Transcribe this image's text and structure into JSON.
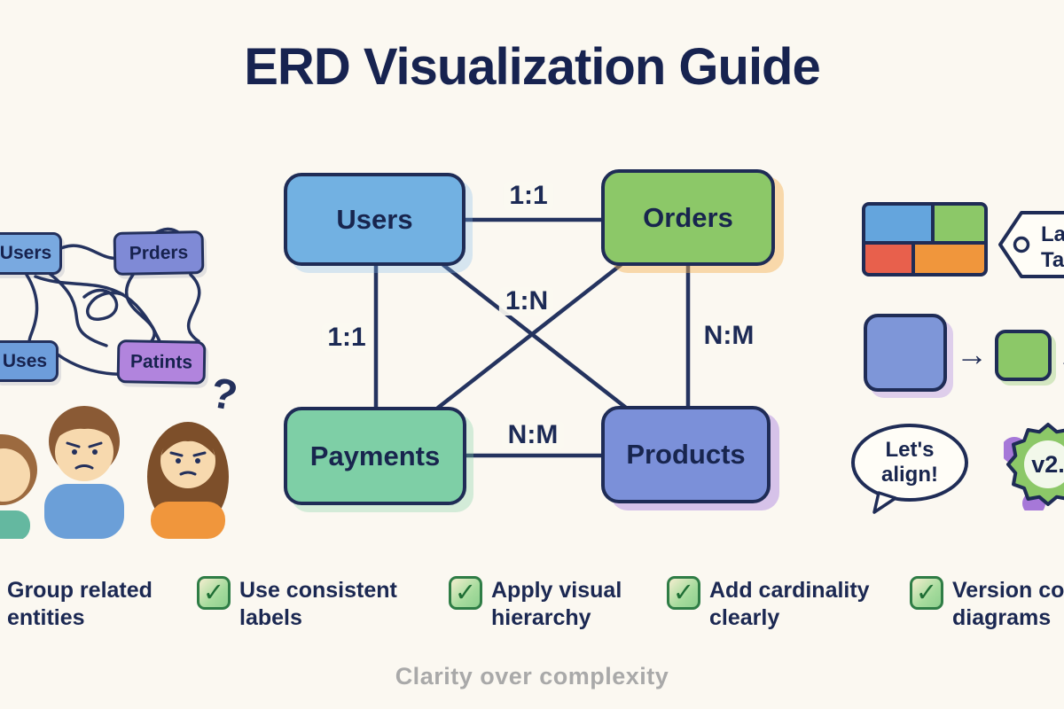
{
  "title": "ERD Visualization Guide",
  "tagline": "Clarity over complexity",
  "messy_example": {
    "boxes": [
      {
        "label": "Users",
        "color": "#79a9e0"
      },
      {
        "label": "Prders",
        "color": "#7f8ad6"
      },
      {
        "label": "Uses",
        "color": "#6d9ddb"
      },
      {
        "label": "Patints",
        "color": "#b184dd"
      }
    ],
    "question_mark": "?"
  },
  "erd": {
    "entities": [
      {
        "name": "Users",
        "color": "#72b1e2"
      },
      {
        "name": "Orders",
        "color": "#8cc868"
      },
      {
        "name": "Payments",
        "color": "#7ecfa6"
      },
      {
        "name": "Products",
        "color": "#7b90d9"
      }
    ],
    "relationships": [
      {
        "from": "Users",
        "to": "Orders",
        "cardinality": "1:1"
      },
      {
        "from": "Users",
        "to": "Payments",
        "cardinality": "1:1"
      },
      {
        "from": "Users",
        "to": "Products",
        "cardinality": "1:N"
      },
      {
        "from": "Orders",
        "to": "Products",
        "cardinality": "N:M"
      },
      {
        "from": "Payments",
        "to": "Products",
        "cardinality": "N:M"
      },
      {
        "from": "Orders",
        "to": "Payments",
        "cardinality": ""
      }
    ]
  },
  "legend": {
    "arrow": "→",
    "tag": {
      "line1": "Lab",
      "line2": "Tag"
    },
    "speech_bubble": "Let's align!",
    "version_badge": "v2.",
    "mosaic_colors": {
      "blue": "#64a5dd",
      "green": "#8cc868",
      "red": "#e8604c",
      "orange": "#f0963c"
    },
    "before_square_color": "#7e96d8",
    "after_square_color": "#8cc868"
  },
  "checklist": {
    "check_glyph": "✓",
    "items": [
      {
        "label": "Group related entities",
        "checked": true
      },
      {
        "label": "Use consistent labels",
        "checked": true
      },
      {
        "label": "Apply visual hierarchy",
        "checked": true
      },
      {
        "label": "Add cardinality clearly",
        "checked": true
      },
      {
        "label": "Version co diagrams",
        "checked": true
      }
    ]
  },
  "colors": {
    "background": "#fbf8f1",
    "ink": "#1f2c56",
    "tagline_gray": "#a9a9a9",
    "check_border": "#2f7d46"
  }
}
